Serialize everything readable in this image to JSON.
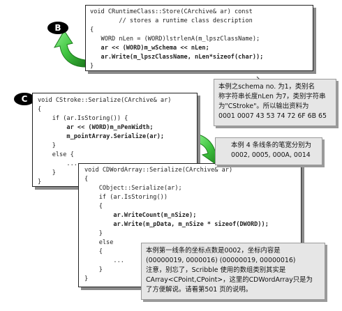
{
  "badges": {
    "b": "B",
    "c": "C"
  },
  "box_a": {
    "lines": [
      {
        "t": "void CRuntimeClass::Store(CArchive& ar) const",
        "bold": false
      },
      {
        "t": "        // stores a runtime class description",
        "bold": false
      },
      {
        "t": "{",
        "bold": false
      },
      {
        "t": "   WORD nLen = (WORD)lstrlenA(m_lpszClassName);",
        "bold": false
      },
      {
        "t": "   ar << (WORD)m_wSchema << nLen;",
        "bold": true
      },
      {
        "t": "   ar.Write(m_lpszClassName, nLen*sizeof(char));",
        "bold": true
      },
      {
        "t": "}",
        "bold": false
      }
    ]
  },
  "box_b": {
    "lines": [
      {
        "t": "void CStroke::Serialize(CArchive& ar)",
        "bold": false
      },
      {
        "t": "{",
        "bold": false
      },
      {
        "t": "    if (ar.IsStoring()) {",
        "bold": false
      },
      {
        "t": "        ar << (WORD)m_nPenWidth;",
        "bold": true
      },
      {
        "t": "        m_pointArray.Serialize(ar);",
        "bold": true
      },
      {
        "t": "    }",
        "bold": false
      },
      {
        "t": "    else {",
        "bold": false
      },
      {
        "t": "        ...",
        "bold": false
      },
      {
        "t": "    }",
        "bold": false
      },
      {
        "t": "}",
        "bold": false
      }
    ]
  },
  "box_c": {
    "lines": [
      {
        "t": "void CDWordArray::Serialize(CArchive& ar)",
        "bold": false
      },
      {
        "t": "{",
        "bold": false
      },
      {
        "t": "    CObject::Serialize(ar);",
        "bold": false
      },
      {
        "t": "    if (ar.IsStoring())",
        "bold": false
      },
      {
        "t": "    {",
        "bold": false
      },
      {
        "t": "        ar.WriteCount(m_nSize);",
        "bold": true
      },
      {
        "t": "        ar.Write(m_pData, m_nSize * sizeof(DWORD));",
        "bold": true
      },
      {
        "t": "    }",
        "bold": false
      },
      {
        "t": "    else",
        "bold": false
      },
      {
        "t": "    {",
        "bold": false
      },
      {
        "t": "        ...",
        "bold": false
      },
      {
        "t": "    }",
        "bold": false
      },
      {
        "t": "}",
        "bold": false
      }
    ]
  },
  "note1": {
    "lines": [
      "本例之schema no. 为1，类别名",
      "称字符串长度nLen 为7，类别字符串",
      "为\"CStroke\"。所以输出资料为",
      "0001 0007 43 53 74 72 6F 6B 65"
    ]
  },
  "note2": {
    "lines": [
      "本例 4 条线条的笔宽分别为",
      "0002, 0005, 000A, 0014"
    ]
  },
  "note3": {
    "lines": [
      "本例第一线条的坐标点数是0002，坐标内容是",
      "(00000019, 0000016) (00000019, 00000016)",
      "注意，别忘了，Scribble 使用的数组类别其实是",
      "CArray<CPoint,CPoint>，这里的CDWordArray只是为",
      "了方便解说。请看第501 页的说明。"
    ]
  },
  "colors": {
    "arrow_green": "#3fc43f",
    "arrow_dark": "#1d7a1d",
    "note_bg": "#e6e6e6"
  }
}
